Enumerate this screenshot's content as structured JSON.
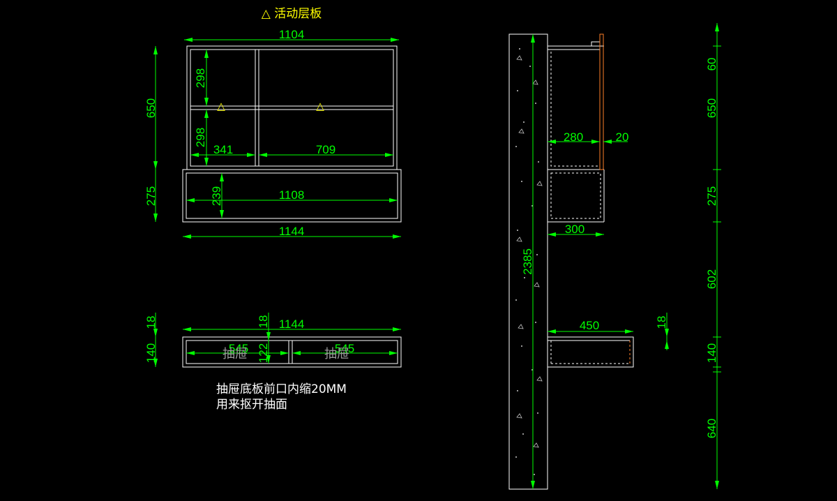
{
  "title": "△ 活动层板",
  "note": {
    "line1": "抽屉底板前口内缩20MM",
    "line2": "用来抠开抽面"
  },
  "front_view": {
    "dims": {
      "overall_width_top": "1104",
      "shelf_height_upper": "298",
      "shelf_height_lower": "298",
      "cabinet_height": "650",
      "left_bay_width": "341",
      "right_bay_width": "709",
      "drawer_box_height": "275",
      "drawer_inner_height": "239",
      "drawer_inner_width": "1108",
      "base_width": "1144"
    },
    "markers": {
      "movable_shelf_mark_1": "△",
      "movable_shelf_mark_2": "△"
    }
  },
  "plan_view": {
    "dims": {
      "overall_width": "1144",
      "board_thickness_left": "18",
      "board_thickness_center": "18",
      "height_left": "140",
      "left_drawer_width": "545",
      "right_drawer_width": "545",
      "drawer_depth": "122"
    },
    "labels": {
      "left_drawer": "抽屉",
      "right_drawer": "抽屉"
    }
  },
  "side_view": {
    "dims": {
      "wall_height": "2385",
      "upper_depth": "280",
      "door_thickness": "20",
      "lower_depth": "300",
      "shelf_depth": "450",
      "shelf_thickness": "18"
    }
  },
  "vertical_chain": [
    "60",
    "650",
    "275",
    "602",
    "140",
    "640"
  ],
  "colors": {
    "background": "#000000",
    "dimension": "#00ff00",
    "geometry": "#ffffff",
    "marker": "#ffff00",
    "door_edge": "#ff7f27",
    "text": "#ffffff"
  }
}
